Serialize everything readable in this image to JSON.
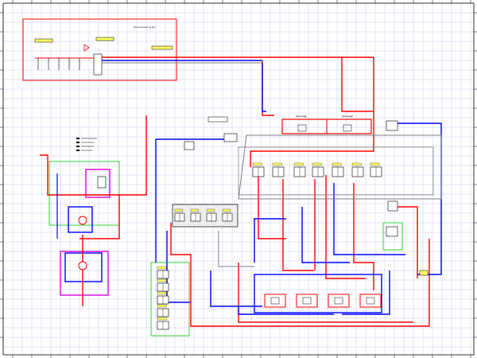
{
  "diagram": {
    "title": "",
    "colors": {
      "grid": "#c8c8f0",
      "grid_major": "#9a9ad8",
      "pressure": "#ff0000",
      "return": "#0000ff",
      "pilot": "#808080",
      "group_green": "#00cc00",
      "group_magenta": "#dd00dd",
      "tag_fill": "#ffff66",
      "frame": "#000000"
    },
    "labels": {
      "control_title": "Кнопочный пульт",
      "cylinder_label_left": "Цилиндр",
      "cylinder_label_right": "Цилиндр"
    },
    "icons": [
      "hydraulic-valve-icon",
      "pump-icon",
      "cylinder-icon",
      "pressure-gauge-icon",
      "manifold-icon"
    ]
  }
}
